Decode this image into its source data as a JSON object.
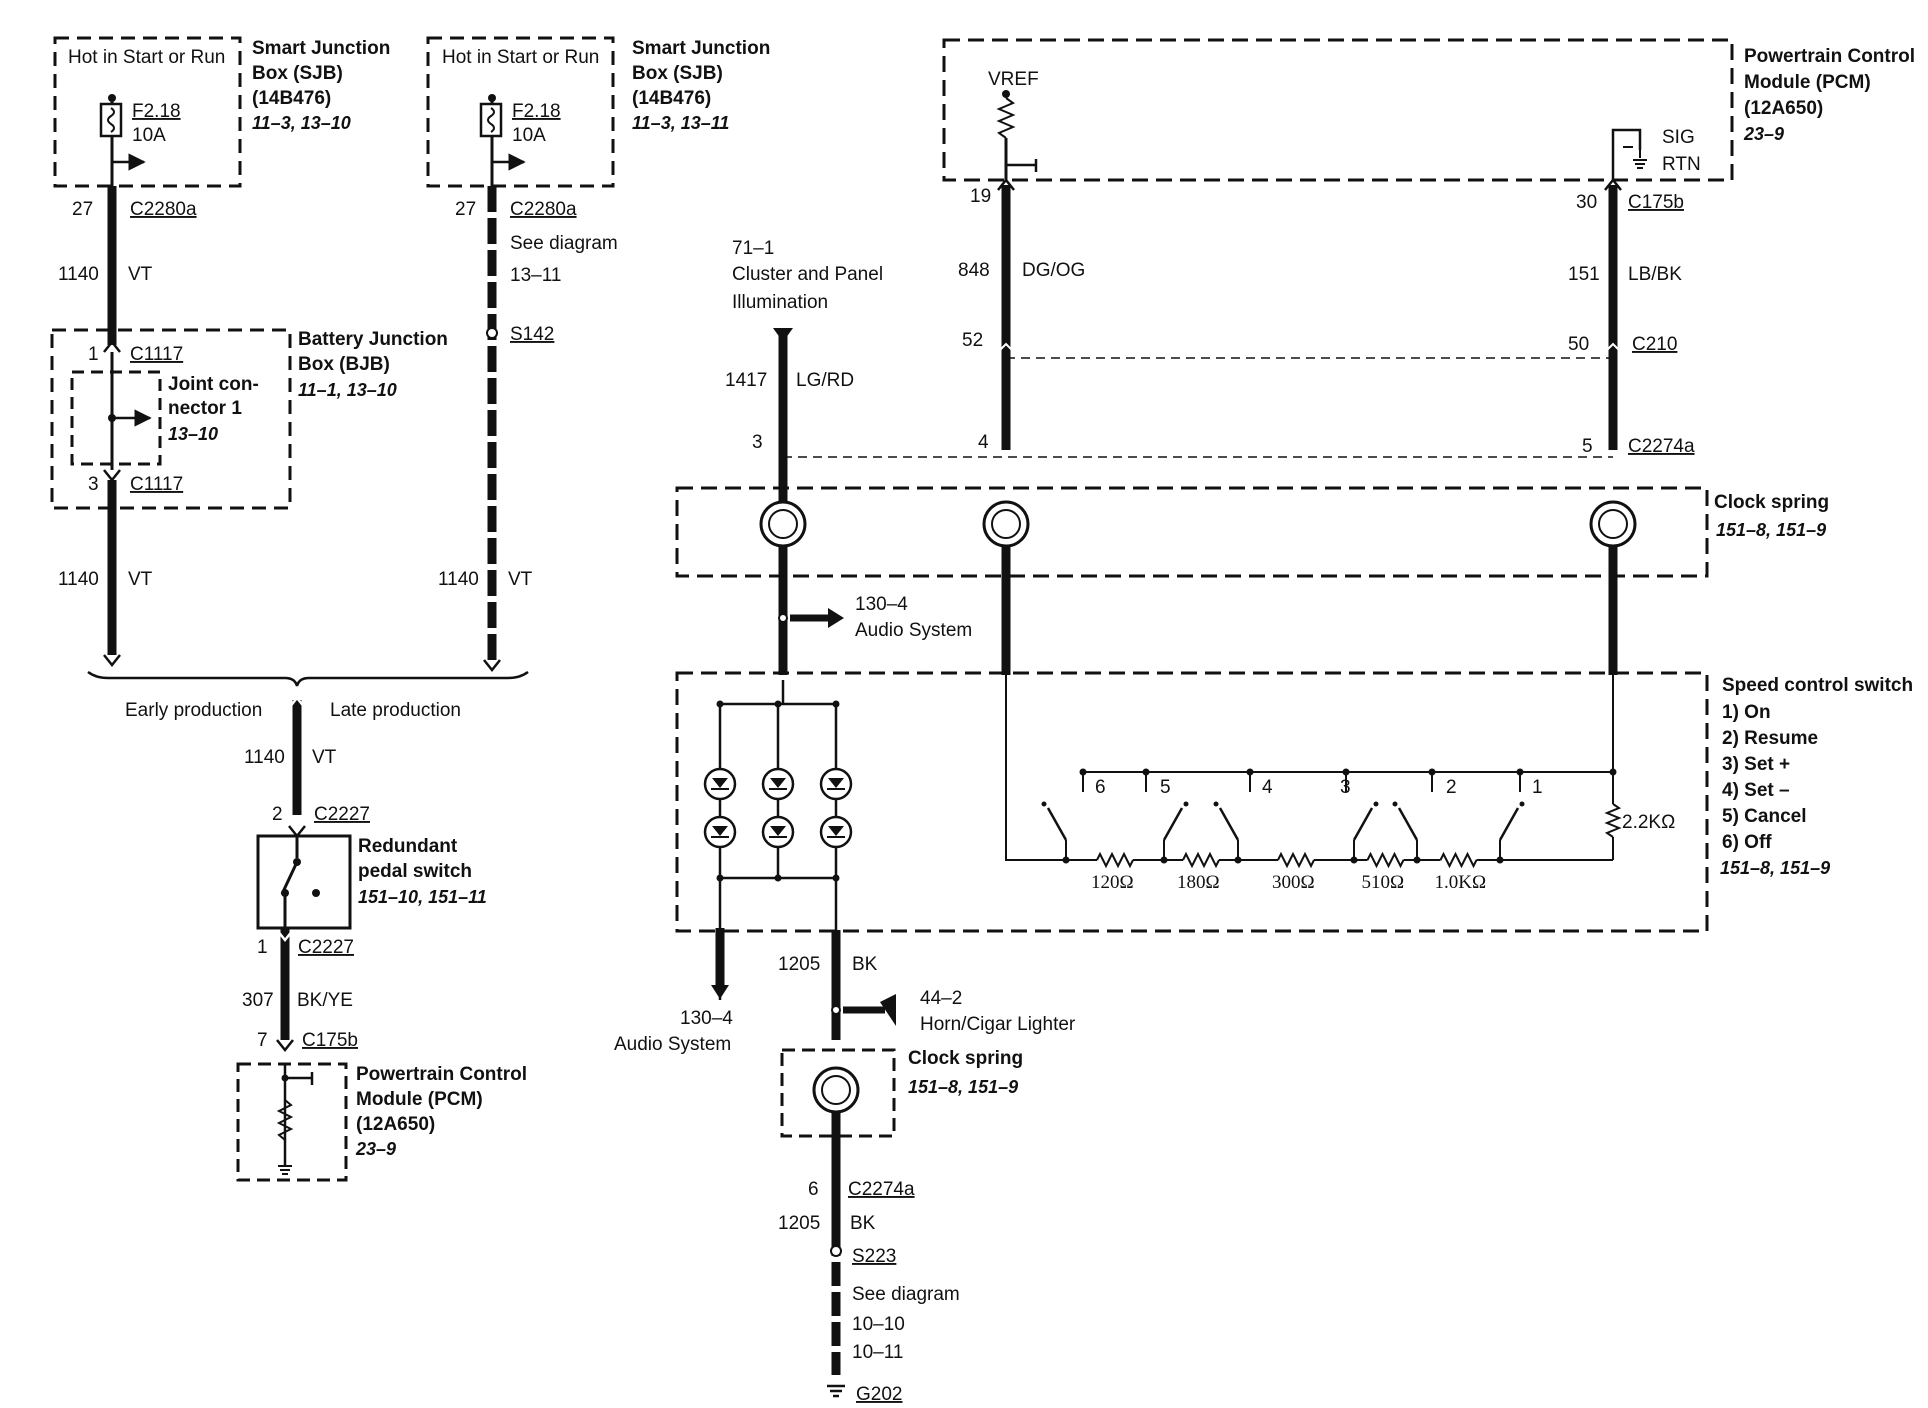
{
  "left_sjb": {
    "header": "Hot in Start or Run",
    "fuse": "F2.18",
    "rating": "10A",
    "title1": "Smart Junction",
    "title2": "Box (SJB)",
    "title3": "(14B476)",
    "refs": "11–3, 13–10",
    "pin": "27",
    "connector": "C2280a"
  },
  "right_sjb": {
    "header": "Hot in Start or Run",
    "fuse": "F2.18",
    "rating": "10A",
    "title1": "Smart Junction",
    "title2": "Box (SJB)",
    "title3": "(14B476)",
    "refs": "11–3, 13–11",
    "pin": "27",
    "connector": "C2280a",
    "see1": "See diagram",
    "see2": "13–11",
    "splice": "S142"
  },
  "left_wire": {
    "circuit": "1140",
    "color": "VT"
  },
  "bjb": {
    "pin_top": "1",
    "conn_top": "C1117",
    "joint1": "Joint con-",
    "joint2": "nector 1",
    "joint_ref": "13–10",
    "pin_bot": "3",
    "conn_bot": "C1117",
    "title1": "Battery Junction",
    "title2": "Box (BJB)",
    "refs": "11–1, 13–10"
  },
  "production": {
    "early": "Early production",
    "late": "Late production",
    "circuit": "1140",
    "color": "VT"
  },
  "redundant": {
    "pin_top": "2",
    "conn_top": "C2227",
    "title1": "Redundant",
    "title2": "pedal switch",
    "refs": "151–10, 151–11",
    "pin_bot": "1",
    "conn_bot": "C2227",
    "circuit": "307",
    "color": "BK/YE",
    "pcm_pin": "7",
    "pcm_conn": "C175b"
  },
  "pcm_bottom": {
    "title1": "Powertrain Control",
    "title2": "Module (PCM)",
    "title3": "(12A650)",
    "refs": "23–9"
  },
  "pcm_top": {
    "vref": "VREF",
    "sig": "SIG",
    "rtn": "RTN",
    "title1": "Powertrain Control",
    "title2": "Module (PCM)",
    "title3": "(12A650)",
    "refs": "23–9",
    "pin_left": "19",
    "pin_right": "30",
    "conn": "C175b"
  },
  "wires": {
    "w848": "848",
    "w848_color": "DG/OG",
    "w151": "151",
    "w151_color": "LB/BK",
    "c210_left": "52",
    "c210_right": "50",
    "c210": "C210",
    "w1417": "1417",
    "w1417_color": "LG/RD",
    "c2274_3": "3",
    "c2274_4": "4",
    "c2274_5": "5",
    "c2274a": "C2274a"
  },
  "cluster": {
    "ref": "71–1",
    "line1": "Cluster and Panel",
    "line2": "Illumination"
  },
  "clockspring_top": {
    "title": "Clock spring",
    "refs": "151–8, 151–9"
  },
  "audio_top": {
    "ref": "130–4",
    "label": "Audio System"
  },
  "speed_switch": {
    "title": "Speed control switch",
    "items": [
      "1)  On",
      "2)  Resume",
      "3)  Set +",
      "4)  Set –",
      "5)  Cancel",
      "6)  Off"
    ],
    "refs": "151–8, 151–9",
    "switch_labels": [
      "6",
      "5",
      "4",
      "3",
      "2",
      "1"
    ],
    "resistors": [
      "120Ω",
      "180Ω",
      "300Ω",
      "510Ω",
      "1.0KΩ"
    ],
    "r_end": "2.2KΩ"
  },
  "audio_bottom": {
    "ref": "130–4",
    "label": "Audio System"
  },
  "ground_wire": {
    "circuit": "1205",
    "color": "BK",
    "horn_ref": "44–2",
    "horn_label": "Horn/Cigar Lighter",
    "cs_title": "Clock spring",
    "cs_refs": "151–8, 151–9",
    "pin": "6",
    "conn": "C2274a",
    "circuit2": "1205",
    "color2": "BK",
    "splice": "S223",
    "see1": "See diagram",
    "see2": "10–10",
    "see3": "10–11",
    "ground": "G202"
  }
}
